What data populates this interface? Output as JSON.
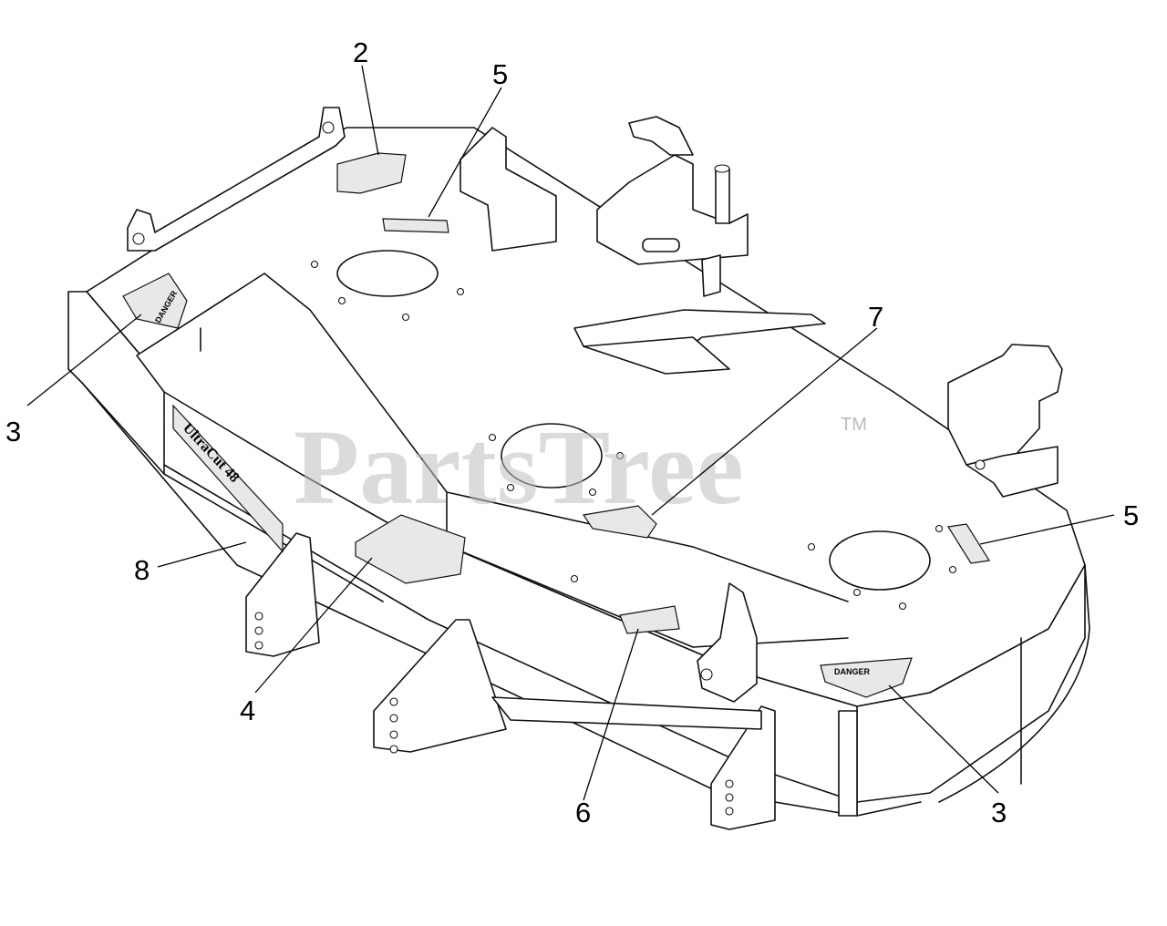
{
  "watermark": {
    "text": "PartsTree",
    "trademark": "TM"
  },
  "callouts": [
    {
      "id": "c2-top",
      "label": "2"
    },
    {
      "id": "c5-top",
      "label": "5"
    },
    {
      "id": "c3-left",
      "label": "3"
    },
    {
      "id": "c7",
      "label": "7"
    },
    {
      "id": "c5-right",
      "label": "5"
    },
    {
      "id": "c8",
      "label": "8"
    },
    {
      "id": "c4",
      "label": "4"
    },
    {
      "id": "c6",
      "label": "6"
    },
    {
      "id": "c3-bottom",
      "label": "3"
    }
  ],
  "decals": {
    "danger_label": "DANGER",
    "brand_label": "UltraCut 48"
  }
}
